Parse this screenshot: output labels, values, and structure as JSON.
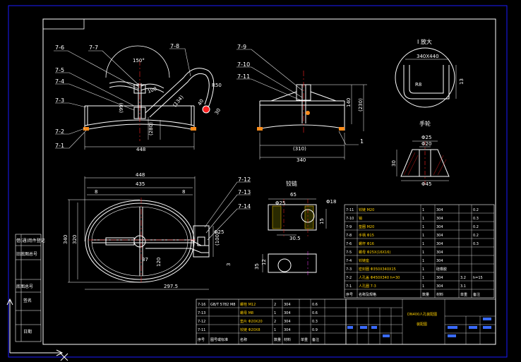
{
  "colors": {
    "background": "#000000",
    "frame_outer": "#1a1aff",
    "line": "#ffffff",
    "dimension": "#ffffff",
    "leader": "#e8e8e8",
    "weld_orange": "#ff8c1a",
    "centerline_red": "#ff2020",
    "table_green": "#00e000",
    "table_yellow": "#ffd000",
    "title_blue": "#3a6bff",
    "ucs_white": "#ffffff",
    "section_magenta": "#ff40ff"
  },
  "part_labels_front": [
    "7-6",
    "7-7",
    "7-5",
    "7-4",
    "7-3",
    "7-2",
    "7-1",
    "7-8"
  ],
  "part_labels_side": [
    "7-9",
    "7-10",
    "7-11"
  ],
  "part_labels_top": [
    "7-12",
    "7-13",
    "7-14"
  ],
  "side_item_label": "1",
  "front_dims": {
    "width": "448",
    "angle": "150°",
    "height": "(99)",
    "dim_100": "100",
    "dim_280": "(280)",
    "dim_r50": "R50",
    "dim_134": "(134)",
    "dim_40": "40",
    "dim_30": "30"
  },
  "side_dims": {
    "width": "340",
    "width_inner": "(310)",
    "h140": "140",
    "h230": "(230)"
  },
  "top_dims": {
    "w448": "448",
    "w435": "435",
    "d8": "8",
    "d8b": "8",
    "h340": "340",
    "h320": "320",
    "d1": "Φ25",
    "d2": "120",
    "d3": "3",
    "h297": "297.5",
    "l37": "37",
    "h100": "(100)"
  },
  "detail_i_title": "I 放大",
  "detail_i_dims": {
    "w": "340X440",
    "r": "R8",
    "h": "13"
  },
  "detail_hand_title": "手轮",
  "detail_hand_dims": {
    "d25": "Φ25",
    "d20": "Φ20",
    "h30": "30",
    "d45": "Φ45"
  },
  "detail_block_title": "铰链",
  "detail_block_dims": {
    "w65": "65",
    "d18": "Φ18",
    "d25": "Φ25",
    "r": "30.5",
    "h15": "15",
    "h35": "35",
    "h12": "12"
  },
  "parts_table": [
    [
      "7-11",
      "铰链 M20",
      "1",
      "304",
      "",
      "0.2"
    ],
    [
      "7-10",
      "销",
      "1",
      "304",
      "",
      "0.3"
    ],
    [
      "7-9",
      "垫圈 M20",
      "1",
      "304",
      "",
      "0.2"
    ],
    [
      "7-8",
      "手柄 Φ15",
      "1",
      "304",
      "",
      "0.2"
    ],
    [
      "7-6",
      "螺杆 Φ16",
      "1",
      "304",
      "",
      "0.3"
    ],
    [
      "7-5",
      "螺母 Φ25X(16X16)",
      "1",
      "304",
      "",
      ""
    ],
    [
      "7-4",
      "铰链座",
      "1",
      "304",
      "",
      ""
    ],
    [
      "7-3",
      "密封圈 Φ350X340X15",
      "1",
      "硅橡胶",
      "",
      ""
    ],
    [
      "7-2",
      "人孔盖 Φ450X340 h=30",
      "1",
      "304",
      "3.2",
      "h=15"
    ],
    [
      "7-1",
      "人孔圈 7-3",
      "1",
      "304",
      "3.1",
      ""
    ]
  ],
  "parts_table_footer": [
    "序号",
    "名称及规格",
    "数量",
    "材料",
    "单重",
    "备注"
  ],
  "bottom_table": [
    [
      "7-16",
      "GB/T 5782 M8",
      "螺栓 M12",
      "2",
      "304",
      "",
      "0.6"
    ],
    [
      "7-13",
      "",
      "螺母 M8",
      "1",
      "304",
      "",
      "0.6"
    ],
    [
      "7-12",
      "",
      "垫片 Φ20X20",
      "2",
      "304",
      "",
      "0.3"
    ],
    [
      "7-11",
      "",
      "铰链 Φ20X8",
      "1",
      "304",
      "",
      "0.9"
    ]
  ],
  "bottom_table_footer": [
    "序号",
    "图号或标准",
    "名称",
    "数量",
    "材料",
    "单重",
    "备注"
  ],
  "title_block": {
    "title": "DN400人孔装配图",
    "subtitle": "装配图"
  },
  "side_stamp_labels": [
    "借(通)用件登记",
    "旧底图总号",
    "底图总号",
    "签名",
    "日期"
  ]
}
